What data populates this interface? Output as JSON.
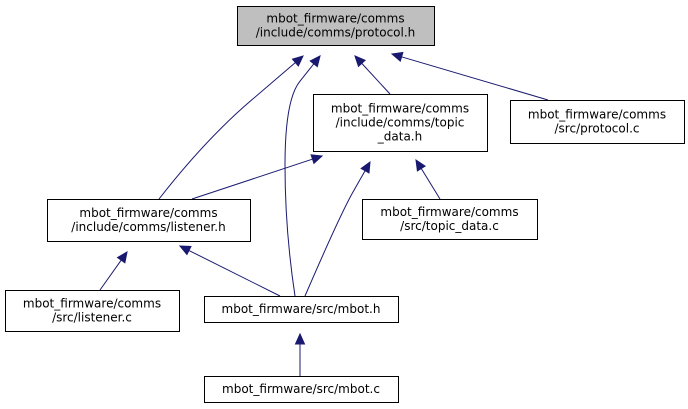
{
  "graph": {
    "nodes": [
      {
        "id": "protocol_h",
        "lines": [
          "mbot_firmware/comms",
          "/include/comms/protocol.h"
        ],
        "highlighted": true
      },
      {
        "id": "topic_data_h",
        "lines": [
          "mbot_firmware/comms",
          "/include/comms/topic",
          "_data.h"
        ],
        "highlighted": false
      },
      {
        "id": "protocol_c",
        "lines": [
          "mbot_firmware/comms",
          "/src/protocol.c"
        ],
        "highlighted": false
      },
      {
        "id": "listener_h",
        "lines": [
          "mbot_firmware/comms",
          "/include/comms/listener.h"
        ],
        "highlighted": false
      },
      {
        "id": "topic_data_c",
        "lines": [
          "mbot_firmware/comms",
          "/src/topic_data.c"
        ],
        "highlighted": false
      },
      {
        "id": "listener_c",
        "lines": [
          "mbot_firmware/comms",
          "/src/listener.c"
        ],
        "highlighted": false
      },
      {
        "id": "mbot_h",
        "lines": [
          "mbot_firmware/src/mbot.h"
        ],
        "highlighted": false
      },
      {
        "id": "mbot_c",
        "lines": [
          "mbot_firmware/src/mbot.c"
        ],
        "highlighted": false
      }
    ],
    "edges": [
      {
        "from": "listener_h",
        "to": "protocol_h"
      },
      {
        "from": "mbot_h",
        "to": "protocol_h"
      },
      {
        "from": "topic_data_h",
        "to": "protocol_h"
      },
      {
        "from": "protocol_c",
        "to": "protocol_h"
      },
      {
        "from": "listener_h",
        "to": "topic_data_h"
      },
      {
        "from": "mbot_h",
        "to": "topic_data_h"
      },
      {
        "from": "topic_data_c",
        "to": "topic_data_h"
      },
      {
        "from": "listener_c",
        "to": "listener_h"
      },
      {
        "from": "mbot_h",
        "to": "listener_h"
      },
      {
        "from": "mbot_c",
        "to": "mbot_h"
      }
    ],
    "colors": {
      "edge": "#191970",
      "highlight_fill": "#bfbfbf",
      "node_fill": "#ffffff",
      "border": "#000000"
    }
  }
}
